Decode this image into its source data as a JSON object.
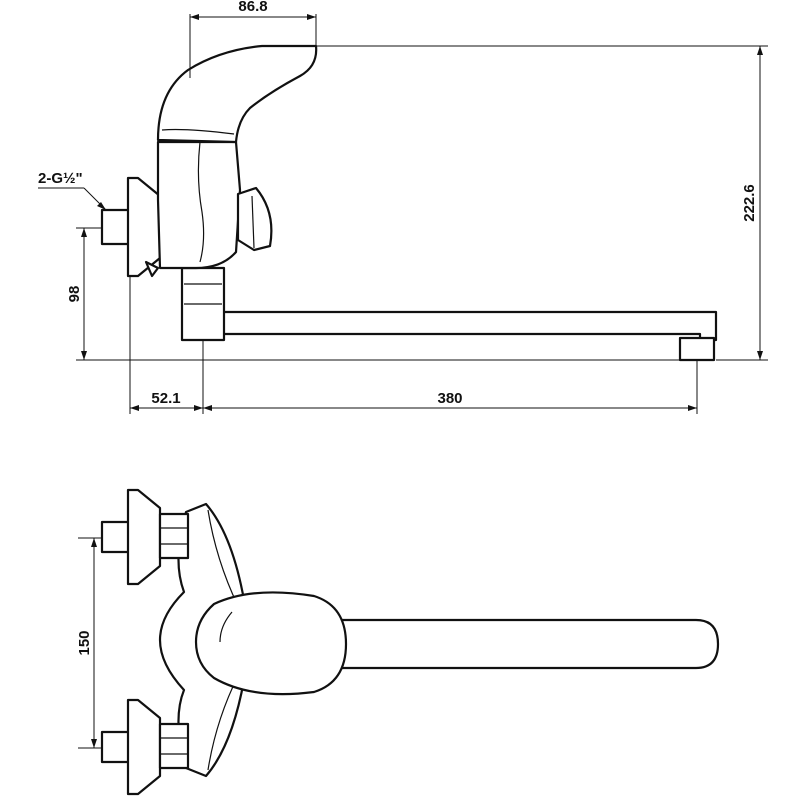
{
  "dimensions": {
    "handle_offset": "86.8",
    "total_height": "222.6",
    "connector_height": "98",
    "wall_offset": "52.1",
    "spout_length": "380",
    "inlet_spacing": "150"
  },
  "callouts": {
    "thread": "2-G½\""
  }
}
